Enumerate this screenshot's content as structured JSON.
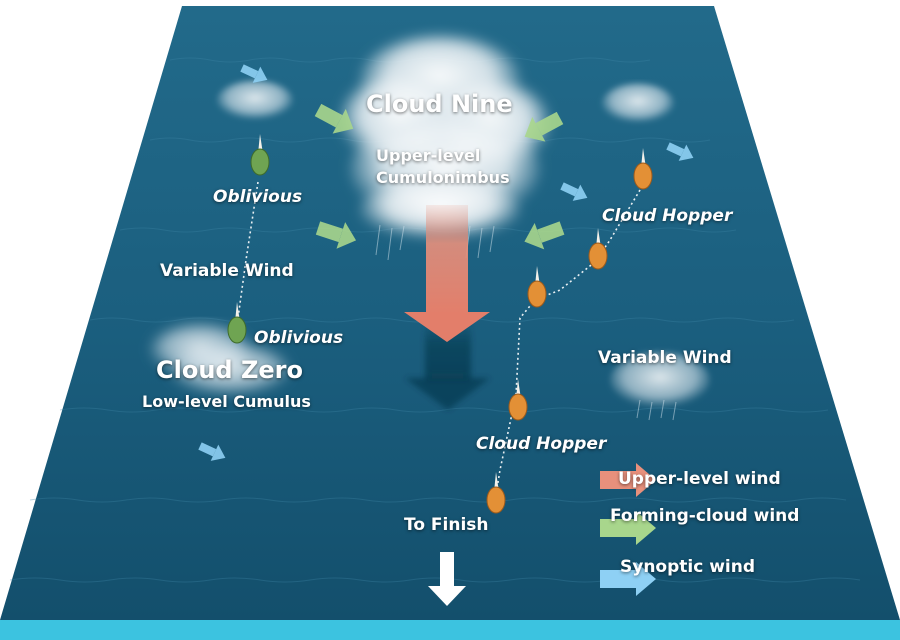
{
  "clouds": {
    "cloud_nine": {
      "title": "Cloud Nine",
      "subtitle_line1": "Upper-level",
      "subtitle_line2": "Cumulonimbus"
    },
    "cloud_zero": {
      "title": "Cloud Zero",
      "subtitle": "Low-level Cumulus"
    }
  },
  "boats": {
    "oblivious_1": "Oblivious",
    "oblivious_2": "Oblivious",
    "cloud_hopper_1": "Cloud Hopper",
    "cloud_hopper_2": "Cloud Hopper"
  },
  "wind_labels": {
    "left": "Variable Wind",
    "right": "Variable Wind"
  },
  "finish_label": "To Finish",
  "legend": {
    "upper_level": "Upper-level wind",
    "forming_cloud": "Forming-cloud wind",
    "synoptic": "Synoptic wind"
  },
  "colors": {
    "sea": "#1b5f7f",
    "sea_edge": "#3cc3e0",
    "upper_level_wind": "#e8907c",
    "forming_cloud_wind": "#a8d68c",
    "synoptic_wind": "#8ed0f4",
    "boat_orange": "#e39036",
    "boat_green": "#6fa452"
  }
}
